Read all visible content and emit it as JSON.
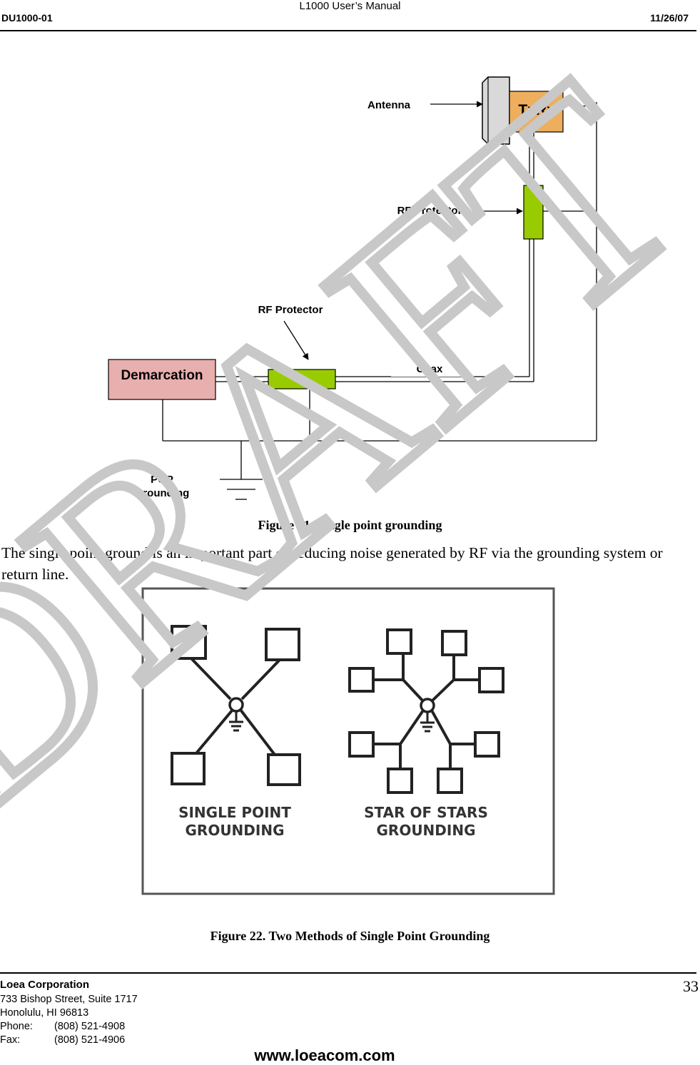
{
  "header": {
    "title": "L1000 User’s Manual",
    "doc_id": "DU1000-01",
    "date": "11/26/07"
  },
  "figure21": {
    "labels": {
      "antenna": "Antenna",
      "txrx": "TxRx",
      "rf_protector_top": "RF Protector",
      "rf_protector_bottom": "RF Protector",
      "demarcation": "Demarcation",
      "coax": "Coax",
      "pop_line1": "POP",
      "pop_line2": "Grounding"
    },
    "colors": {
      "txrx": "#EDAE5E",
      "rf_protector": "#99CC00",
      "demarcation": "#E8AFAF"
    },
    "caption": "Figure 21.  Single point grounding"
  },
  "body_text": "The single point ground is an important part of reducing noise generated by RF via the grounding system or return line.",
  "figure22": {
    "left_label_line1": "SINGLE POINT",
    "left_label_line2": "GROUNDING",
    "right_label_line1": "STAR OF STARS",
    "right_label_line2": "GROUNDING",
    "caption": "Figure 22.  Two Methods of Single Point Grounding"
  },
  "footer": {
    "company": "Loea Corporation",
    "address1": "733 Bishop Street, Suite 1717",
    "address2": "Honolulu, HI  96813",
    "phone_label": "Phone:",
    "phone": "(808) 521-4908",
    "fax_label": "Fax:",
    "fax": "(808) 521-4906",
    "page_number": "33",
    "website": "www.loeacom.com"
  },
  "watermark": {
    "text": "DRAFT",
    "color": "#C8C8C8"
  }
}
